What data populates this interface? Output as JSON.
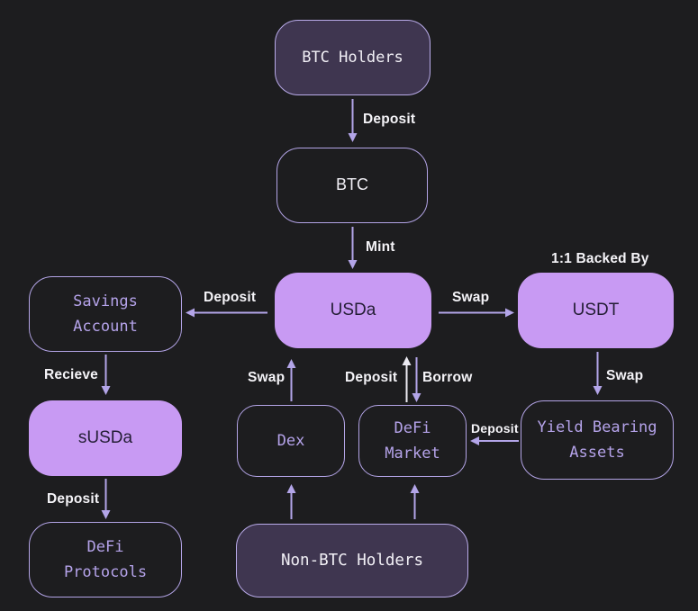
{
  "diagram": {
    "title": "USDa BTC stablecoin flow diagram",
    "colors": {
      "background": "#1d1d1f",
      "box_dark_fill": "#3f3650",
      "box_light_fill": "#c89af3",
      "box_border": "#b3a4e6",
      "text_white": "#f2f0f6",
      "text_lavender": "#b5a3ea",
      "text_dark": "#241e35",
      "arrow_purple": "#b3a5e8",
      "arrow_white": "#eceaf2"
    },
    "nodes": {
      "btc_holders": "BTC Holders",
      "btc": "BTC",
      "usda": "USDa",
      "savings_account": "Savings Account",
      "usdt": "USDT",
      "susda": "sUSDa",
      "dex": "Dex",
      "defi_market": "DeFi Market",
      "yield_bearing_assets": "Yield Bearing Assets",
      "defi_protocols": "DeFi Protocols",
      "non_btc_holders": "Non-BTC Holders"
    },
    "edge_labels": {
      "deposit_btc": "Deposit",
      "mint": "Mint",
      "deposit_savings": "Deposit",
      "swap_usdt": "Swap",
      "backed_by": "1:1 Backed By",
      "recieve": "Recieve",
      "deposit_defi_protocols": "Deposit",
      "swap_dex": "Swap",
      "deposit_defi_market": "Deposit",
      "borrow": "Borrow",
      "swap_yield": "Swap",
      "deposit_yield": "Deposit"
    }
  }
}
